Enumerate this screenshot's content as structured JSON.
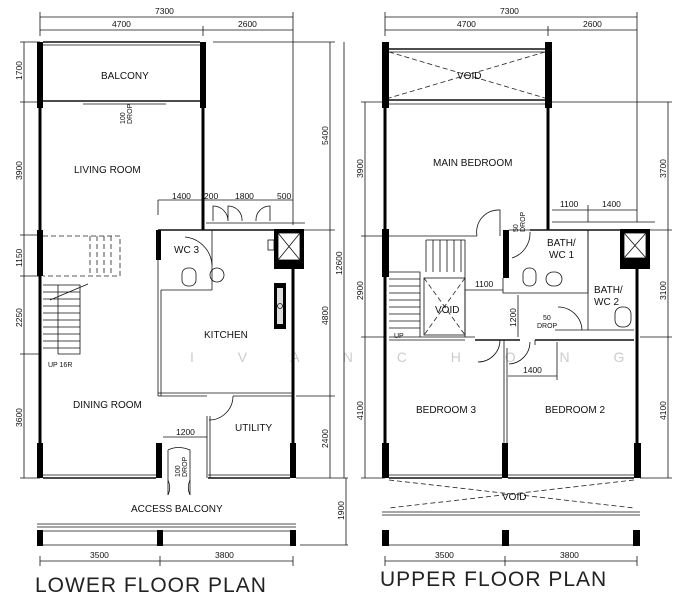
{
  "watermark": "I V A N   C H O N G",
  "lower_plan": {
    "title": "LOWER FLOOR PLAN",
    "rooms": {
      "balcony": "BALCONY",
      "living_room": "LIVING ROOM",
      "wc3": "WC 3",
      "kitchen": "KITCHEN",
      "dining_room": "DINING ROOM",
      "utility": "UTILITY",
      "access_balcony": "ACCESS BALCONY"
    },
    "notes": {
      "stairs": "UP 16R",
      "drop_value": "100",
      "drop_label": "DROP"
    },
    "dims": {
      "overall_width": "7300",
      "top_left": "4700",
      "top_right": "2600",
      "left": [
        "1700",
        "3900",
        "1150",
        "2250",
        "3600"
      ],
      "right": [
        "5400",
        "4800",
        "2400"
      ],
      "overall_depth": "12600",
      "access_balcony_depth": "1900",
      "kitchen_top": [
        "1400",
        "200",
        "1800",
        "500"
      ],
      "utility_door": "1200",
      "bottom": [
        "3500",
        "3800"
      ]
    }
  },
  "upper_plan": {
    "title": "UPPER FLOOR PLAN",
    "rooms": {
      "void_top": "VOID",
      "main_bedroom": "MAIN BEDROOM",
      "bath_wc1": [
        "BATH/",
        "WC 1"
      ],
      "bath_wc2": [
        "BATH/",
        "WC 2"
      ],
      "void_stair": "VOID",
      "bedroom3": "BEDROOM 3",
      "bedroom2": "BEDROOM 2",
      "void_bottom": "VOID"
    },
    "notes": {
      "stairs": "UP",
      "drop_value": "50",
      "drop_label": "DROP"
    },
    "dims": {
      "overall_width": "7300",
      "top_left": "4700",
      "top_right": "2600",
      "left": [
        "3900",
        "2900",
        "4100"
      ],
      "right": [
        "3700",
        "3100",
        "4100"
      ],
      "bath_top": [
        "1100",
        "1400"
      ],
      "corridor": "1100",
      "bath2_side": "1200",
      "bedroom_door": "1400",
      "bottom": [
        "3500",
        "3800"
      ]
    }
  }
}
